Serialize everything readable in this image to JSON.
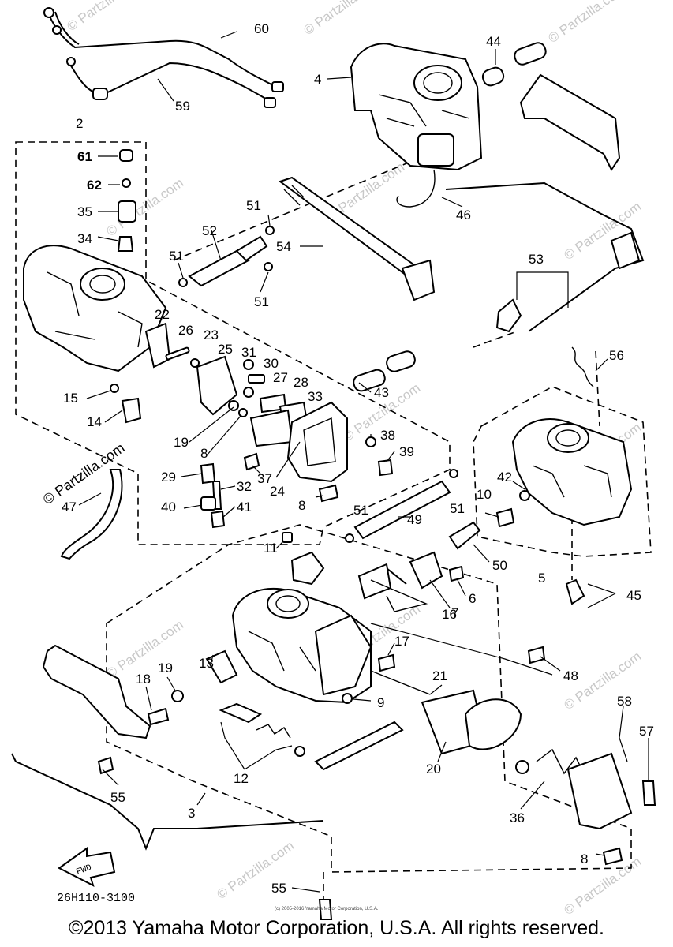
{
  "watermark": "© Partzilla.com",
  "diagram_code": "26H110-3100",
  "fwd_label": "FWD",
  "fine_print": "(c) 2005-2016 Yamaha Motor Corporation, U.S.A.",
  "copyright": "©2013 Yamaha Motor Corporation, U.S.A. All rights reserved.",
  "callouts": [
    "60",
    "59",
    "4",
    "44",
    "2",
    "61",
    "62",
    "35",
    "34",
    "51",
    "52",
    "54",
    "46",
    "53",
    "51",
    "51",
    "22",
    "26",
    "23",
    "25",
    "31",
    "30",
    "27",
    "28",
    "33",
    "15",
    "14",
    "19",
    "8",
    "43",
    "56",
    "29",
    "32",
    "40",
    "41",
    "47",
    "37",
    "24",
    "8",
    "38",
    "39",
    "10",
    "42",
    "51",
    "49",
    "51",
    "50",
    "5",
    "11",
    "6",
    "7",
    "16",
    "45",
    "17",
    "48",
    "13",
    "18",
    "19",
    "21",
    "9",
    "58",
    "57",
    "12",
    "20",
    "36",
    "55",
    "3",
    "8",
    "55"
  ]
}
